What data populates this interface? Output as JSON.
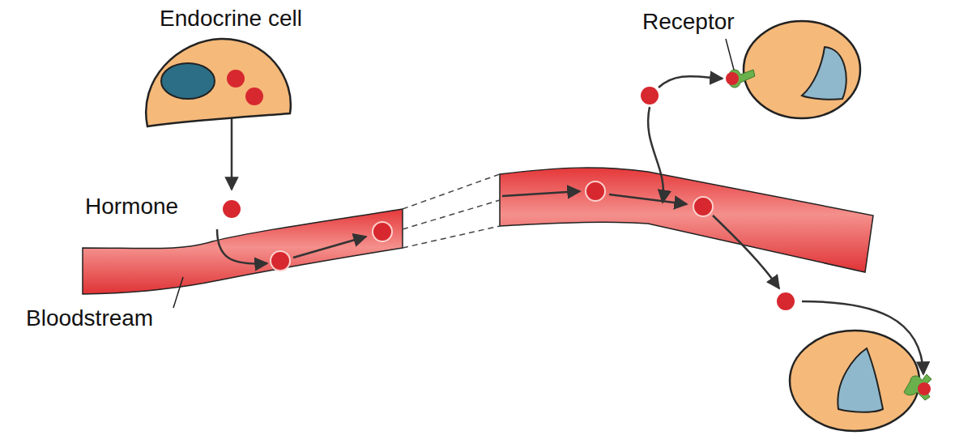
{
  "diagram": {
    "nodes": [
      {
        "text": [
          "Endocrine cell"
        ]
      }
    ],
    "labels": [
      "Hormone",
      "Bloodstream",
      "Receptor"
    ]
  }
}
